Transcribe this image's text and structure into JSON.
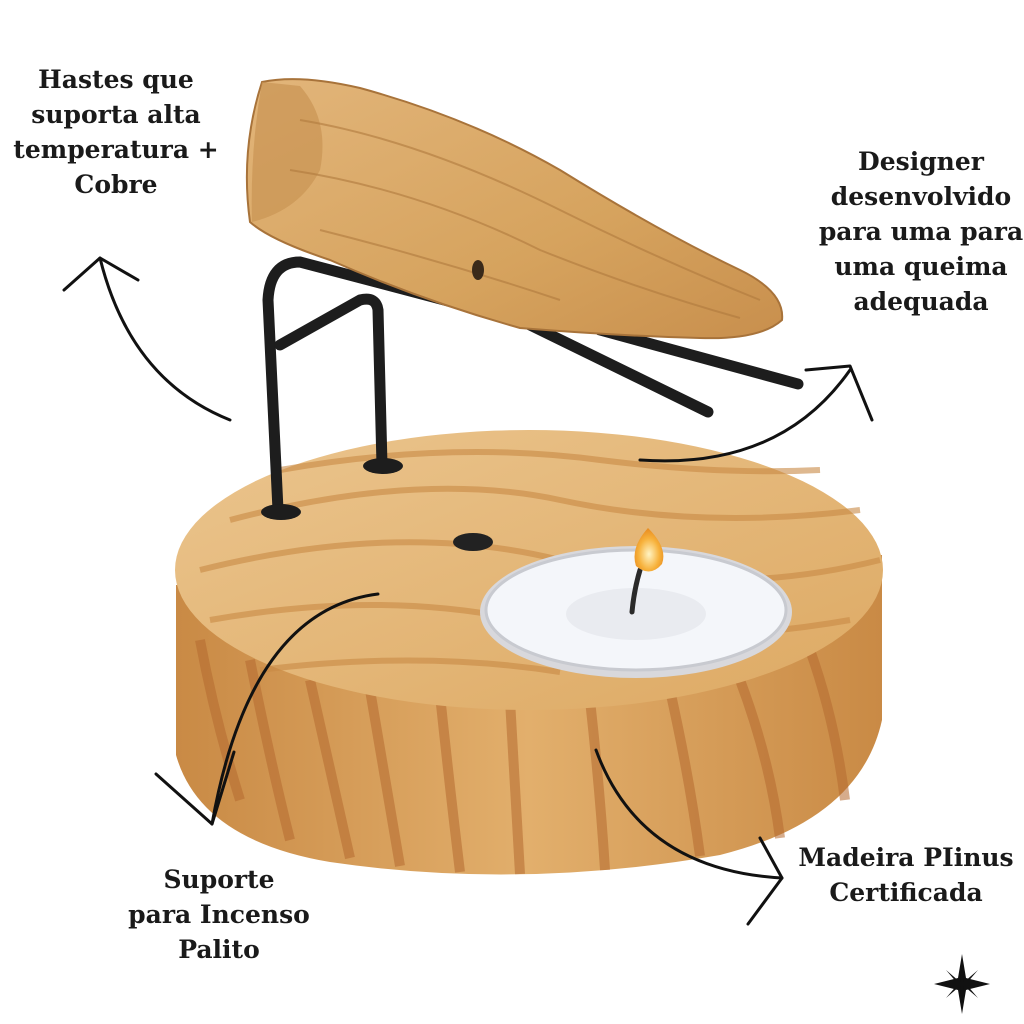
{
  "labels": {
    "stems": [
      "Hastes que",
      "suporta alta",
      "temperatura +",
      "Cobre"
    ],
    "design": [
      "Designer",
      "desenvolvido",
      "para uma para",
      "uma queima",
      "adequada"
    ],
    "incense": [
      "Suporte",
      "para Incenso",
      "Palito"
    ],
    "wood": [
      "Madeira PIinus",
      "Certificada"
    ]
  },
  "colors": {
    "wood_light": "#E6B877",
    "wood_mid": "#D39A55",
    "wood_grain": "#B8672E",
    "palo_santo": "#D6A868",
    "metal": "#1d1d1d",
    "candle": "#F4F6FA",
    "flame": "#F7B23C",
    "text": "#1a1a1a"
  },
  "icons": [
    "sparkle-icon"
  ]
}
